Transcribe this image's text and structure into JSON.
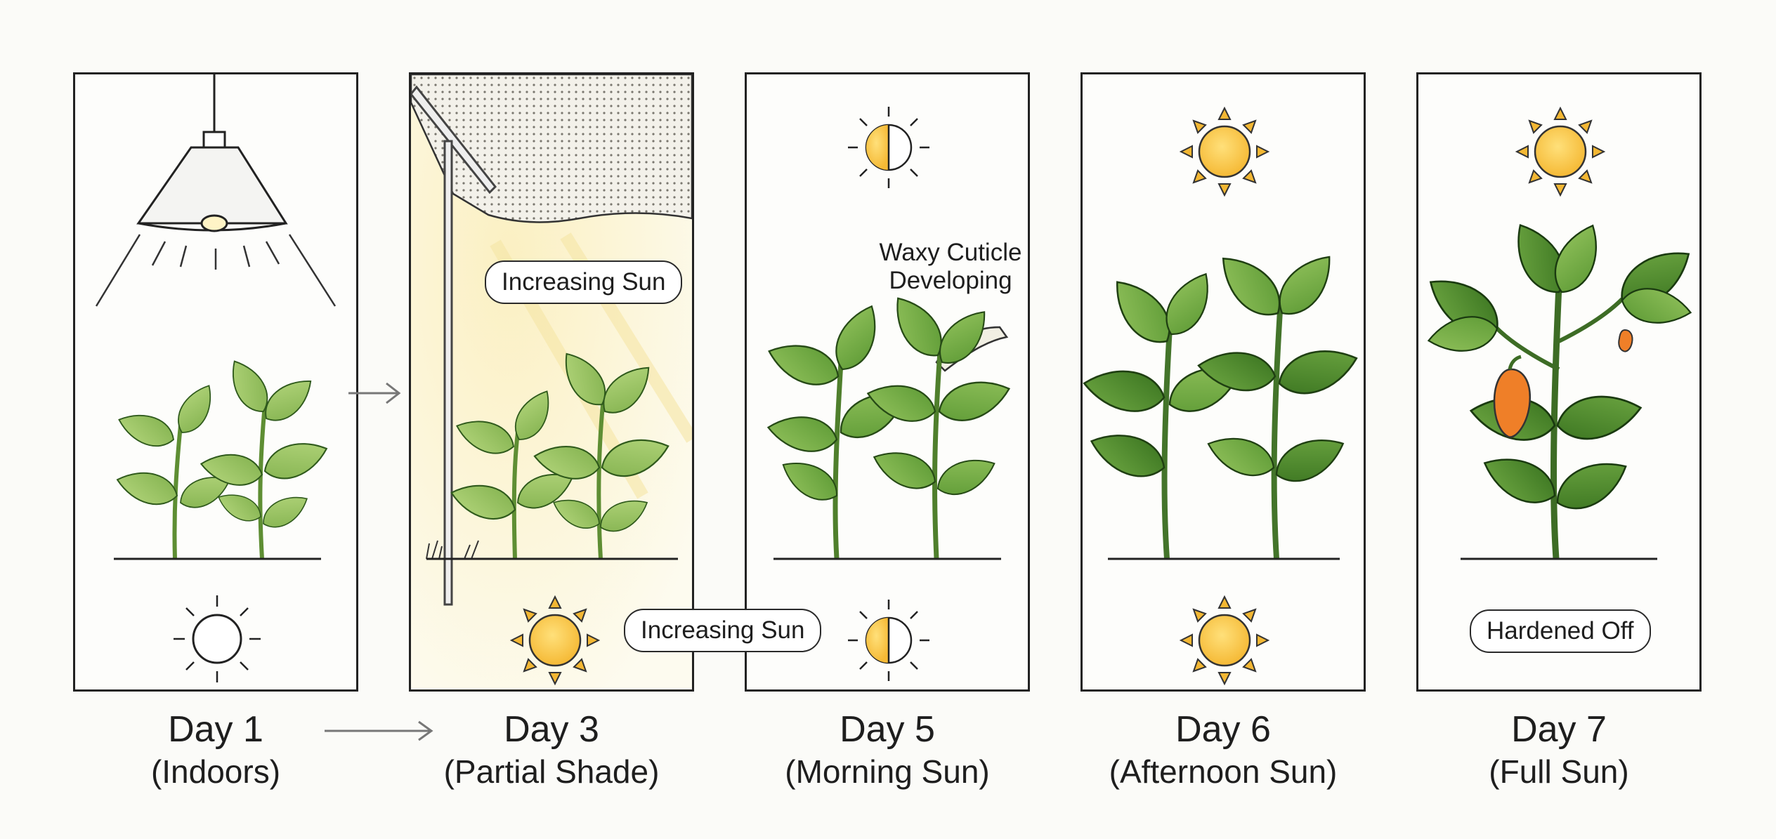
{
  "panels": [
    {
      "day": "Day 1",
      "condition": "(Indoors)"
    },
    {
      "day": "Day 3",
      "condition": "(Partial Shade)"
    },
    {
      "day": "Day 5",
      "condition": "(Morning Sun)"
    },
    {
      "day": "Day 6",
      "condition": "(Afternoon Sun)"
    },
    {
      "day": "Day 7",
      "condition": "(Full Sun)"
    }
  ],
  "labels": {
    "increasing_sun_top": "Increasing Sun",
    "increasing_sun_bottom": "Increasing Sun",
    "waxy_cuticle": "Waxy Cuticle\nDeveloping",
    "hardened_off": "Hardened Off"
  },
  "colors": {
    "leaf_light": "#9cc466",
    "leaf_dark": "#4f8a2c",
    "sun": "#f7c44a",
    "pepper": "#ef7f28",
    "shade_glow": "#fbf1c8"
  }
}
